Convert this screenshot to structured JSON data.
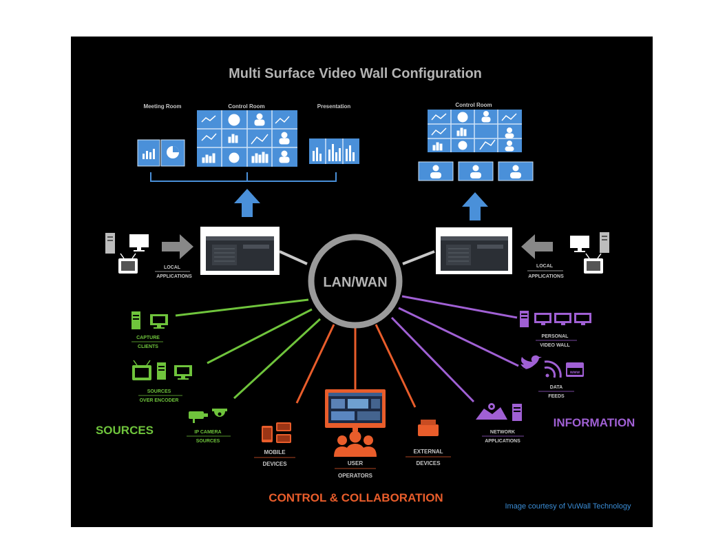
{
  "title": "Multi Surface Video Wall Configuration",
  "hub_label": "LAN/WAN",
  "left_wall": {
    "meeting_room": "Meeting Room",
    "control_room": "Control Room",
    "presentation": "Presentation",
    "local_applications": [
      "LOCAL",
      "APPLICATIONS"
    ]
  },
  "right_wall": {
    "control_room": "Control Room",
    "local_applications": [
      "LOCAL",
      "APPLICATIONS"
    ]
  },
  "sources": {
    "heading": "SOURCES",
    "capture_clients": [
      "CAPTURE",
      "CLIENTS"
    ],
    "sources_over_encoder": [
      "SOURCES",
      "OVER ENCODER"
    ],
    "ip_camera_sources": [
      "IP CAMERA",
      "SOURCES"
    ]
  },
  "control": {
    "heading": "CONTROL & COLLABORATION",
    "mobile_devices": [
      "MOBILE",
      "DEVICES"
    ],
    "user_operators": [
      "USER",
      "OPERATORS"
    ],
    "external_devices": [
      "EXTERNAL",
      "DEVICES"
    ]
  },
  "information": {
    "heading": "INFORMATION",
    "personal_video_wall": [
      "PERSONAL",
      "VIDEO WALL"
    ],
    "data_feeds": [
      "DATA",
      "FEEDS"
    ],
    "network_applications": [
      "NETWORK",
      "APPLICATIONS"
    ]
  },
  "credit": "Image courtesy of VuWall Technology",
  "colors": {
    "background": "#000000",
    "screen": "#4a90d9",
    "arrow": "#4a90d9",
    "green": "#6fc43c",
    "orange": "#e95d2b",
    "purple": "#a060d4",
    "grey": "#9a9a9a",
    "credit": "#3a8dd6"
  }
}
